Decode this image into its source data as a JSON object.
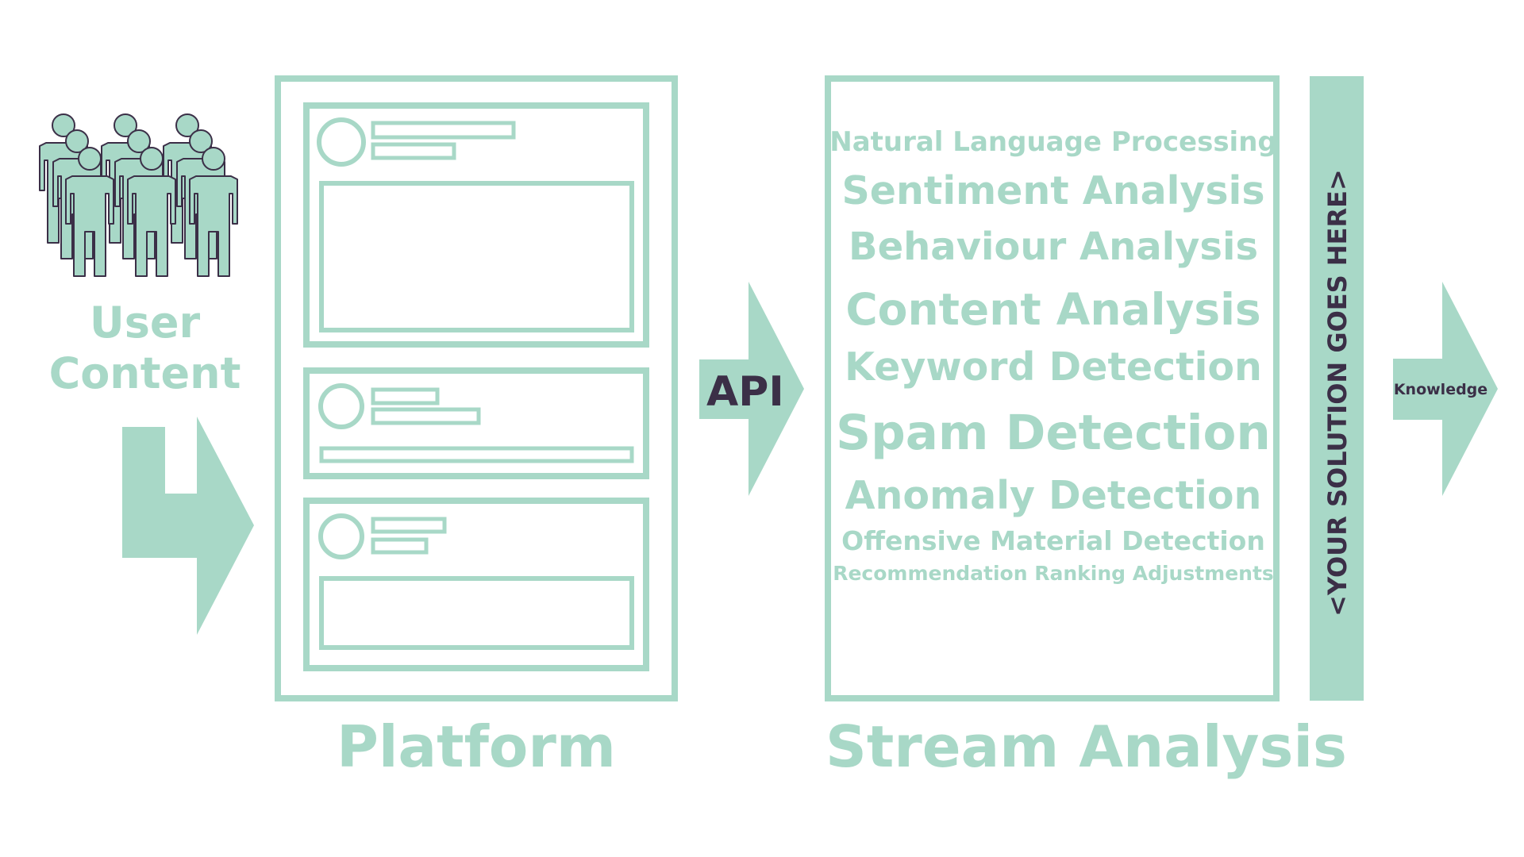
{
  "colors": {
    "accent": "#a8d8c7",
    "dark": "#3b2f47",
    "background": "#ffffff"
  },
  "user_content": {
    "label": "User Content",
    "icon": "people-group-icon"
  },
  "platform": {
    "label": "Platform",
    "posts": 3
  },
  "api": {
    "label": "API"
  },
  "stream_analysis": {
    "label": "Stream Analysis",
    "items": [
      "Natural Language Processing",
      "Sentiment Analysis",
      "Behaviour Analysis",
      "Content Analysis",
      "Keyword Detection",
      "Spam Detection",
      "Anomaly Detection",
      "Offensive Material Detection",
      "Recommendation Ranking Adjustments"
    ]
  },
  "solution": {
    "label": "<YOUR SOLUTION GOES HERE>"
  },
  "output": {
    "label": "Knowledge"
  }
}
